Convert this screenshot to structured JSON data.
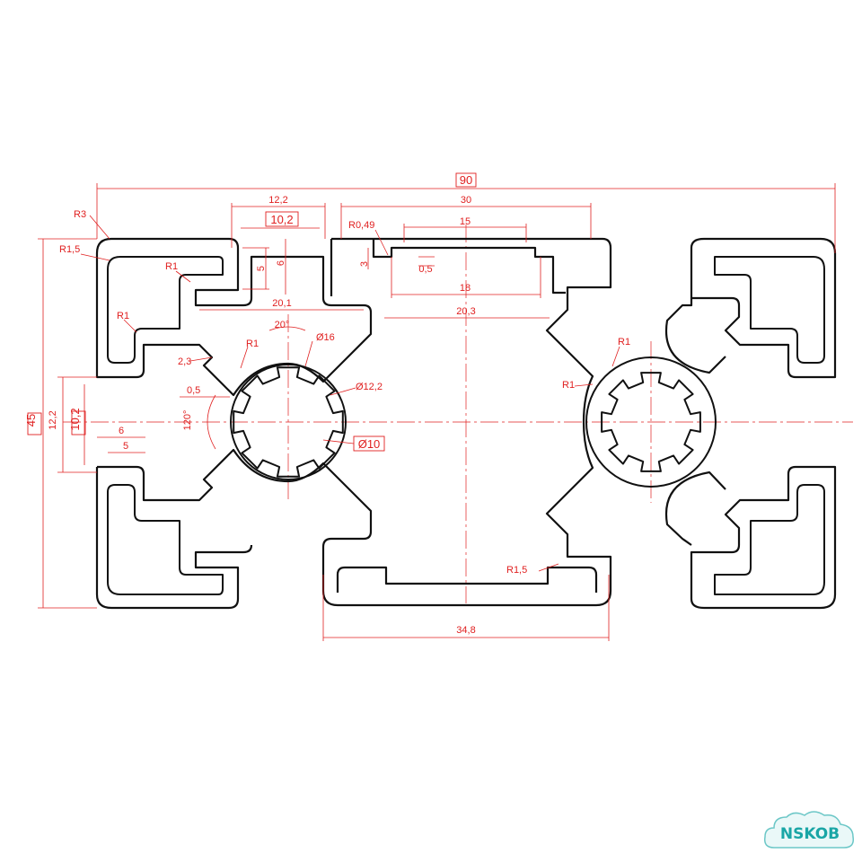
{
  "colors": {
    "dimension": "#e02020",
    "profile": "#111111",
    "logo": "#1aa6a6"
  },
  "dims": {
    "overall_width": "90",
    "overall_height": "45",
    "d30": "30",
    "d15": "15",
    "d18": "18",
    "d34_8": "34,8",
    "d20_3": "20,3",
    "d20_1": "20,1",
    "d12_2_top": "12,2",
    "d10_2_top": "10,2",
    "d12_2_side": "12,2",
    "d10_2_side": "10,2",
    "d5_top": "5",
    "d6_top": "6",
    "d3": "3",
    "d0_5_top": "0,5",
    "r0_49": "R0,49",
    "r3": "R3",
    "r1_5_tl": "R1,5",
    "r1_a": "R1",
    "r1_b": "R1",
    "r1_c": "R1",
    "r1_right_a": "R1",
    "r1_right_b": "R1",
    "r1_5_br": "R1,5",
    "d2_3": "2,3",
    "d0_5_left": "0,5",
    "d6_left": "6",
    "d5_left": "5",
    "angle_20": "20°",
    "angle_120": "120°",
    "dia16": "Ø16",
    "dia12_2": "Ø12,2",
    "dia10": "Ø10"
  },
  "logo": {
    "text": "NSKOB"
  }
}
